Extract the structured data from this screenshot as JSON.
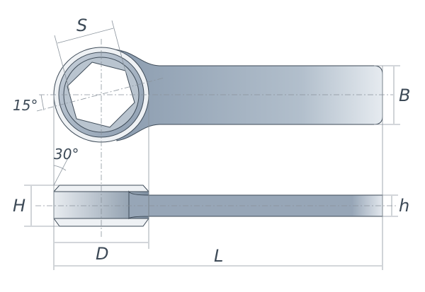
{
  "labels": {
    "S": "S",
    "angle_15": "15°",
    "angle_30": "30°",
    "B": "B",
    "H": "H",
    "h": "h",
    "D": "D",
    "L": "L"
  },
  "colors": {
    "outline": "#3d4a57",
    "body_dark": "#8b9caf",
    "body_light": "#e3e8ee",
    "dim_line": "#8a939c"
  }
}
